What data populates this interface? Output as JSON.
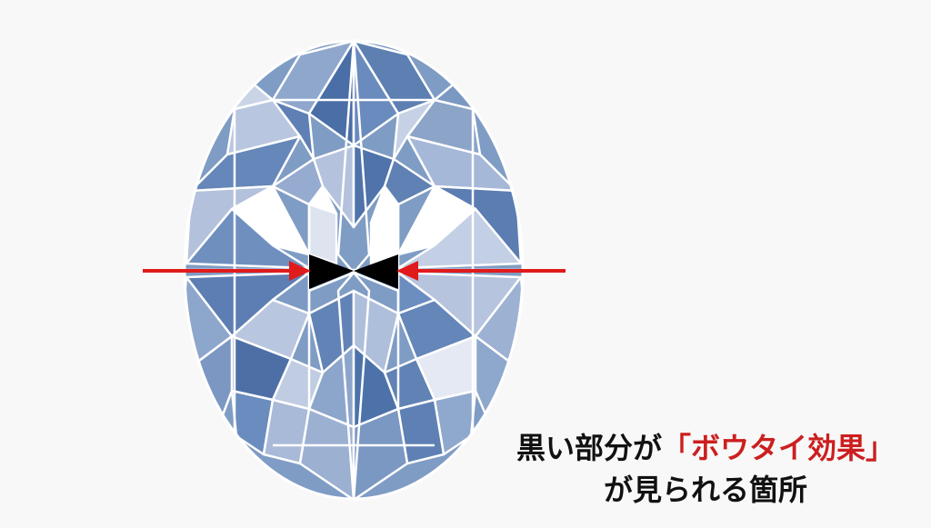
{
  "caption": {
    "line1_prefix": "黒い部分が",
    "line1_highlight": "「ボウタイ効果」",
    "line2": "が見られる箇所"
  },
  "colors": {
    "background": "#f8f8f8",
    "facet_outline": "#ffffff",
    "arrow": "#e01b1b",
    "bowtie": "#000000",
    "highlight_text": "#cc1f1f"
  },
  "icons": [
    "oval-diamond-icon",
    "left-arrow-icon",
    "right-arrow-icon"
  ]
}
